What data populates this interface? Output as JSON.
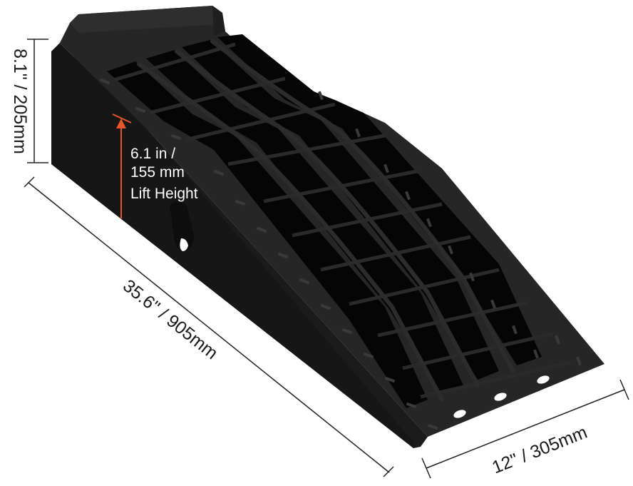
{
  "dimensions": {
    "height_label": "8.1\" / 205mm",
    "length_label": "35.6\" / 905mm",
    "width_label": "12\" / 305mm"
  },
  "lift": {
    "line1": "6.1 in /",
    "line2": "155 mm",
    "line3": "Lift Height"
  },
  "colors": {
    "ramp_body": "#1b1b1b",
    "ramp_top": "#2a2a2a",
    "lift_arrow": "#e8552a",
    "dimension_line": "#222222"
  }
}
